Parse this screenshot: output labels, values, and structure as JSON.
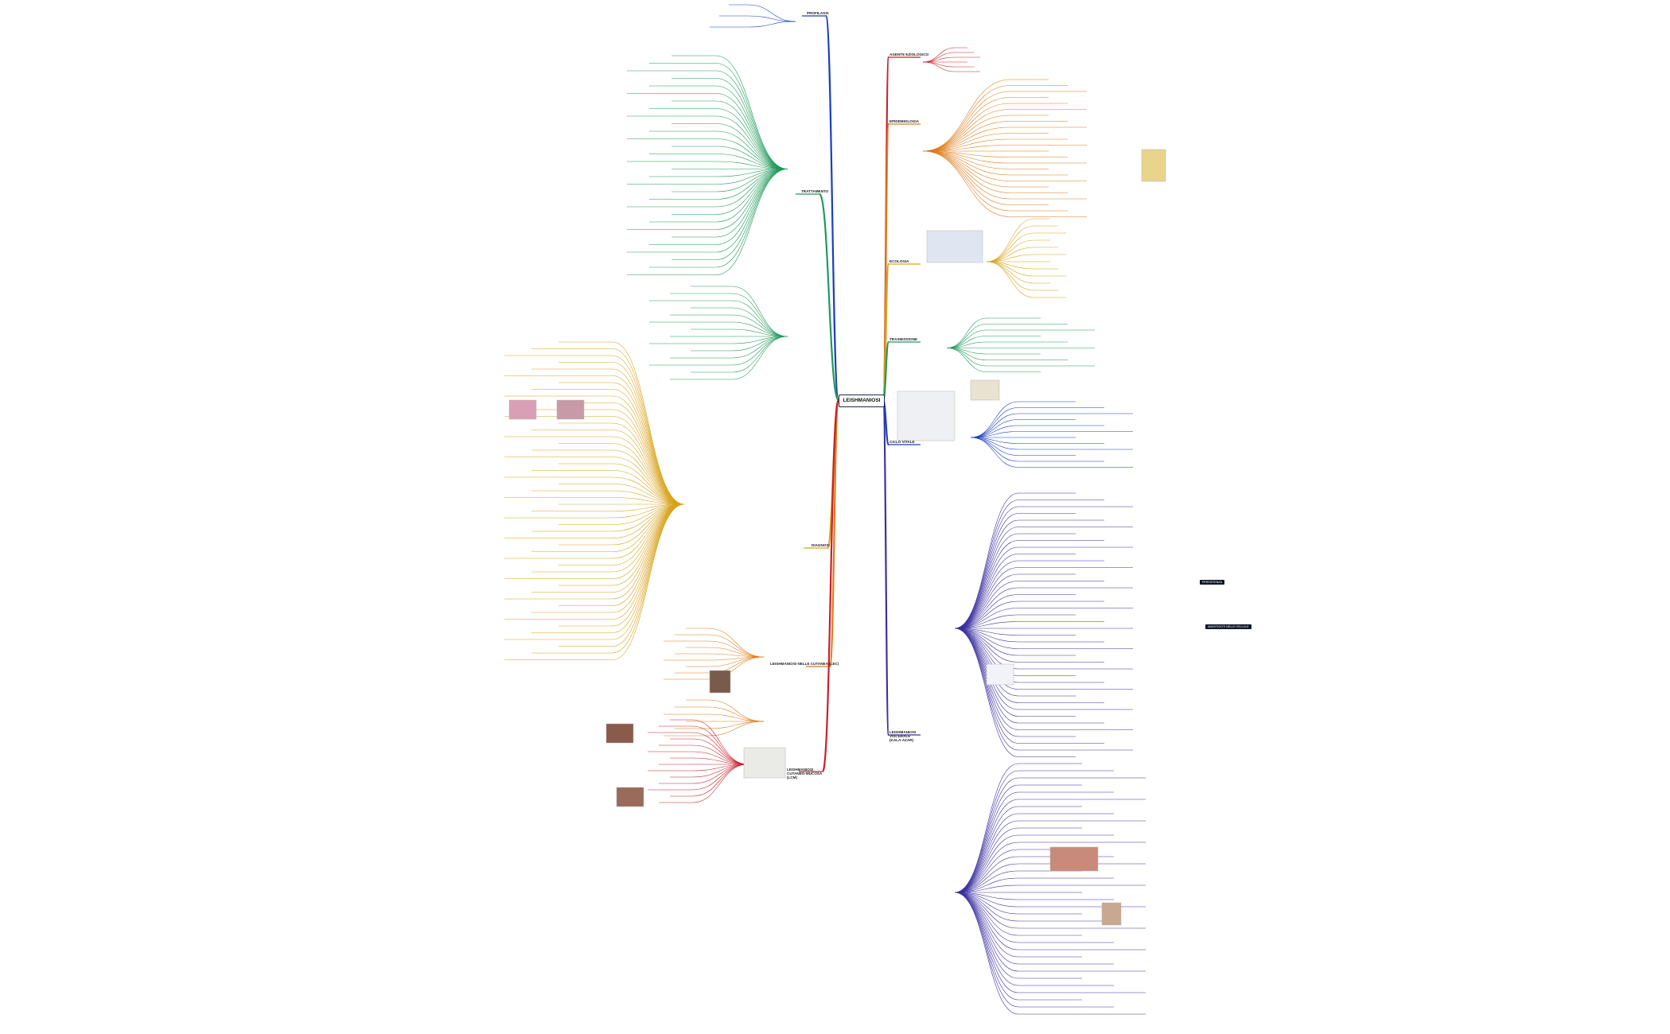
{
  "root": {
    "label": "LEISHMANIOSI"
  },
  "colors": {
    "profilassi": "#1a3fbf",
    "trattamento": "#1e9a5a",
    "diagnosi": "#d9a21b",
    "cutanea": "#e07b19",
    "mucocutanea": "#c9202a",
    "agente": "#c9202a",
    "epidemiologia": "#e07b19",
    "ecologia": "#d9a21b",
    "trasmissione": "#1e9a5a",
    "ciclo": "#1a3fbf",
    "viscerale": "#3b2fa0"
  },
  "branches": {
    "profilassi": "PROFILASSI",
    "trattamento": "TRATTAMENTO",
    "diagnosi": "DIAGNOSI",
    "cutanea": "LEISHMANIOSI NELLE CUTANEA (LEC)",
    "mucocutanea": "LEISHMANIOSI CUTANEO-MUCOSA (LCM)",
    "agente": "AGENTE EZIOLOGICO",
    "epidemiologia": "EPIDEMIOLOGIA",
    "ecologia": "ECOLOGIA",
    "trasmissione": "TRASMISSIONE",
    "ciclo": "CICLO VITALE",
    "viscerale": "LEISHMANIOSI VISCERALE (KALA-AZAR)"
  },
  "tags": {
    "t1": "PERSISTENZA",
    "t2": "AMASTIGOTI NELLE CELLULE"
  }
}
